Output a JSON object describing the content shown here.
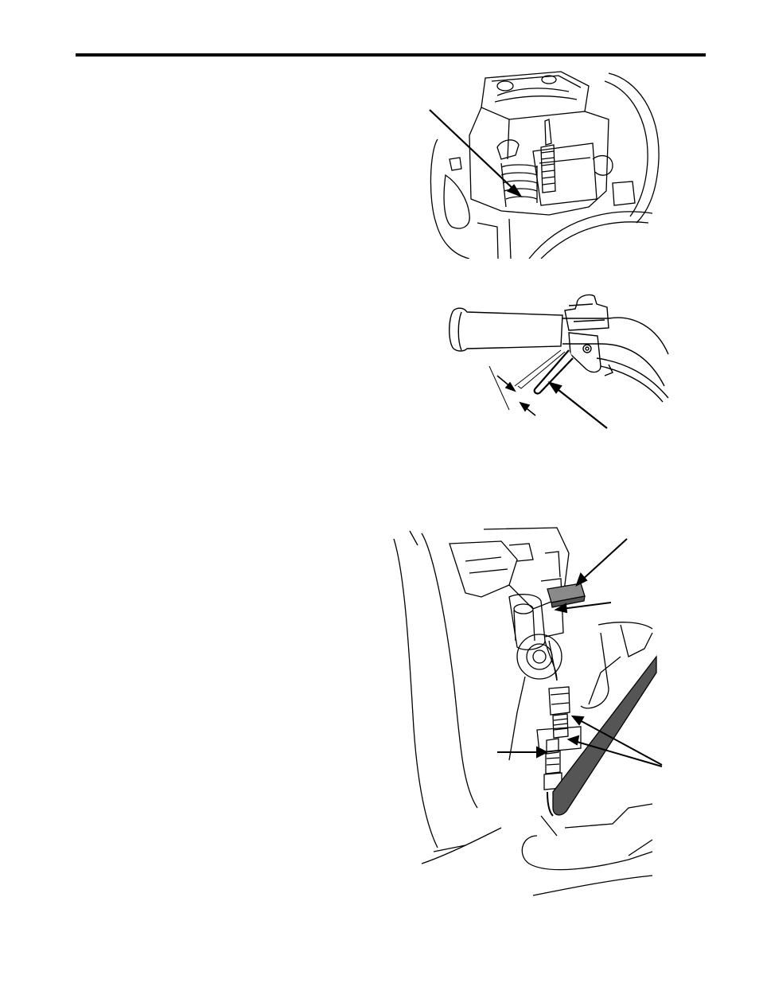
{
  "page": {
    "header_rule": true
  },
  "figures": [
    {
      "subject": "engine",
      "callouts": 1
    },
    {
      "subject": "handle-grip-lever",
      "callouts": 1,
      "dimension_arrows": 2
    },
    {
      "subject": "lever-cable-adjuster",
      "callouts": 4
    }
  ],
  "colors": {
    "ink": "#000000",
    "paper": "#ffffff",
    "shade": "#555555",
    "light_shade": "#8a8a8a"
  }
}
